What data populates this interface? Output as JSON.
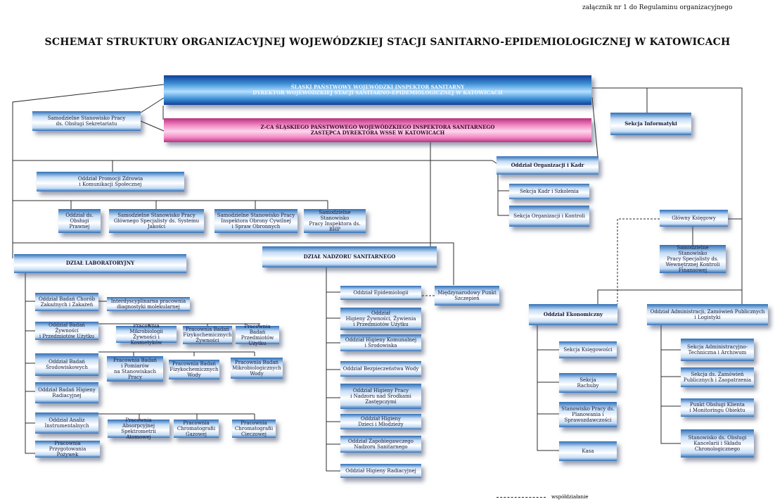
{
  "annex": "załącznik nr 1 do Regulaminu organizacyjnego",
  "title": "SCHEMAT STRUKTURY ORGANIZACYJNEJ  WOJEWÓDZKIEJ STACJI SANITARNO-EPIDEMIOLOGICZNEJ W KATOWICACH",
  "boxes": {
    "inspector": "ŚLĄSKI PAŃSTWOWY WOJEWÓDZKI INSPEKTOR SANITARNY\nDYREKTOR WOJEWÓDZKIEJ STACJI SANITARNO-EPIDEMIOLOGICZNEJ  W KATOWICACH",
    "deputy": "Z-CA ŚLĄSKIEGO  PAŃSTWOWEGO WOJEWÓDZKIEGO  INSPEKTORA SANITARNEGO\nZASTĘPCA DYREKTORA WSSE W KATOWICACH",
    "secretariat": "Samodzielne Stanowisko Pracy\nds. Obsługi Sekretariatu",
    "it": "Sekcja Informatyki",
    "promotion": "Oddział Promocji Zdrowia\ni Komunikacji Społecznej",
    "legal": "Oddział ds.\nObsługi\nPrawnej",
    "quality": "Samodzielne Stanowisko Pracy\nGłównego Specjalisty ds. Systemu\nJakości",
    "defense": "Samodzielne Stanowisko Pracy\nInspektora Obrony Cywilnej\ni Spraw Obronnych",
    "bhp": "Samodzielne Stanowisko\nPracy Inspektora ds.\nBHP",
    "hr": "Oddział  Organizacji i Kadr",
    "hr_training": "Sekcja Kadr i Szkolenia",
    "hr_control": "Sekcja Organizacji i Kontroli",
    "accountant": "Główny Księgowy",
    "internal_control": "Samodzielne Stanowisko\nPracy Specjalisty ds.\nWewnętrznej Kontroli\nFinansowej",
    "lab_dept": "DZIAŁ LABORATORYJNY",
    "sup_dept": "DZIAŁ NADZORU SANITARNEGO",
    "lab_infect": "Oddział Badań Chorób\nZakaźnych i Zakażeń",
    "lab_molecular": "Interdyscyplinarna pracownia\ndiagnostyki molekularnej",
    "lab_food": "Oddział Badań Żywności\ni Przedmiotów Użytku",
    "lab_micro_food": "Pracownia Mikrobiologii\nŻywności i Kosmetyków",
    "lab_phys_food": "Pracownia Badań\nFizykochemicznych\nŻywności",
    "lab_items": "Pracownia Badań\nPrzedmiotów\nUżytku",
    "lab_env": "Oddział Badań\nŚrodowiskowych",
    "lab_workplace": "Pracownia Badań\ni Pomiarów\nna Stanowiskach\nPracy",
    "lab_water_phys": "Pracownia Badań\nFizykochemicznych\nWody",
    "lab_water_micro": "Pracownia Badań\nMikrobiologicznych\nWody",
    "lab_rad": "Oddział Badań Higieny\nRadiacyjnej",
    "lab_instr": "Oddział Analiz\nInstrumentalnych",
    "lab_aas": "Pracownia Absorpcyjnej\nSpektrometrii Atomowej",
    "lab_gas": "Pracownia\nChromatografii\nGazowej",
    "lab_liquid": "Pracownia\nChromatografii\nCieczowej",
    "lab_media": "Pracownia Przygotowania\nPożywek",
    "sup_epi": "Oddział Epidemiologii",
    "intl_point": "Międzynarodowy Punkt\nSzczepień",
    "sup_food": "Oddział\nHigieny Żywności, Żywienia\ni Przedmiotów Użytku",
    "sup_comm": "Oddział Higieny Komunalnej\ni Środowiska",
    "sup_water": "Oddział Bezpieczeństwa Wody",
    "sup_work": "Oddział Higieny Pracy\ni Nadzoru nad Środkami\nZastępczymi",
    "sup_child": "Oddział Higieny\nDzieci i Młodzieży",
    "sup_prev": "Oddział Zapobiegawczego\nNadzoru Sanitarnego",
    "sup_rad": "Oddział Higieny Radiacyjnej",
    "econ": "Oddział Ekonomiczny",
    "econ_acc": "Sekcja Księgowości",
    "econ_calc": "Sekcja\nRachuby",
    "econ_plan": "Stanowisko Pracy ds.\nPlanowania i\nSprawozdawczości",
    "econ_cash": "Kasa",
    "admin": "Oddział Administracji, Zamówień Publicznych\ni Logistyki",
    "admin_tech": "Sekcja Administracyjno-\nTechniczna i Archiwum",
    "admin_orders": "Sekcja ds. Zamówień\nPublicznych i Zaopatrzenia",
    "admin_client": "Punkt Obsługi Klienta\ni Monitoringu Obiektu",
    "admin_office": "Stanowisko ds. Obsługi\nKancelarii i Składu\nChronologicznego"
  },
  "legend": "współdziałanie"
}
